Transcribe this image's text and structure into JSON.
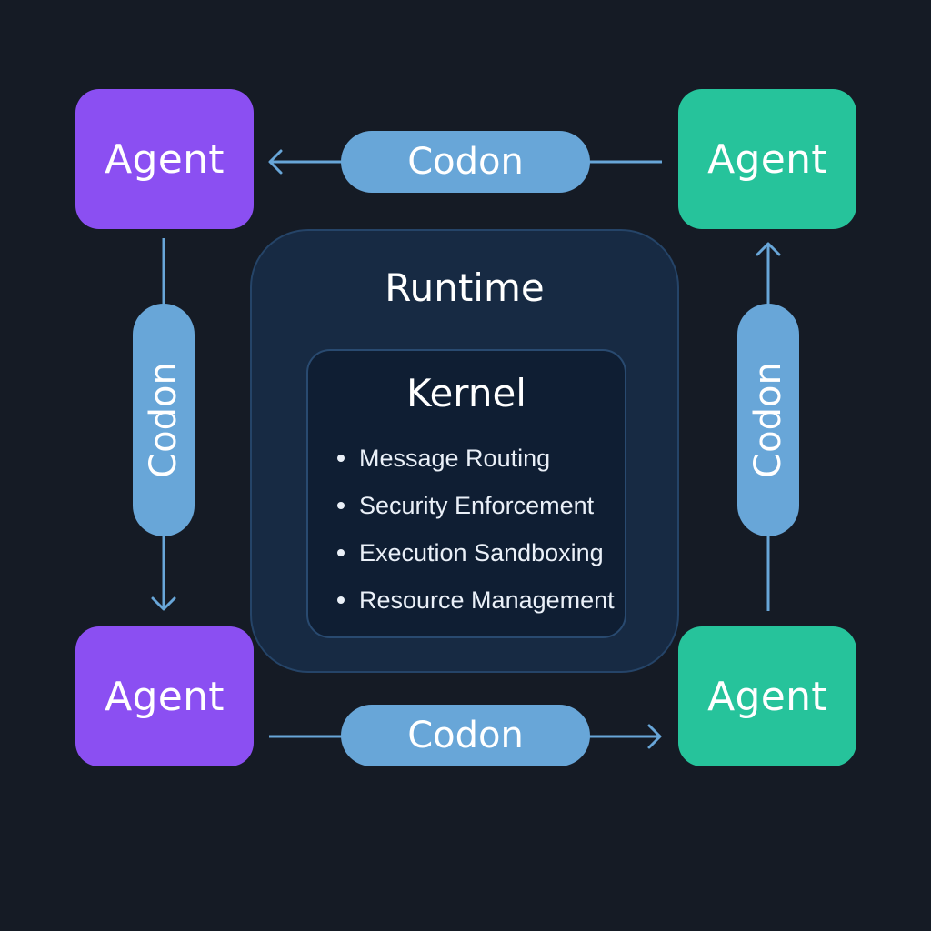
{
  "agents": {
    "top_left": "Agent",
    "top_right": "Agent",
    "bottom_left": "Agent",
    "bottom_right": "Agent"
  },
  "codons": {
    "top": "Codon",
    "bottom": "Codon",
    "left": "Codon",
    "right": "Codon"
  },
  "runtime": {
    "title": "Runtime",
    "kernel": {
      "title": "Kernel",
      "items": [
        "Message Routing",
        "Security Enforcement",
        "Execution Sandboxing",
        "Resource Management"
      ]
    }
  },
  "colors": {
    "background": "#151b25",
    "agent_purple": "#8b4ff2",
    "agent_green": "#26c39b",
    "codon": "#68a6d8",
    "runtime_fill": "#172a43",
    "kernel_fill": "#0f1e33",
    "connector": "#68a6d8"
  }
}
